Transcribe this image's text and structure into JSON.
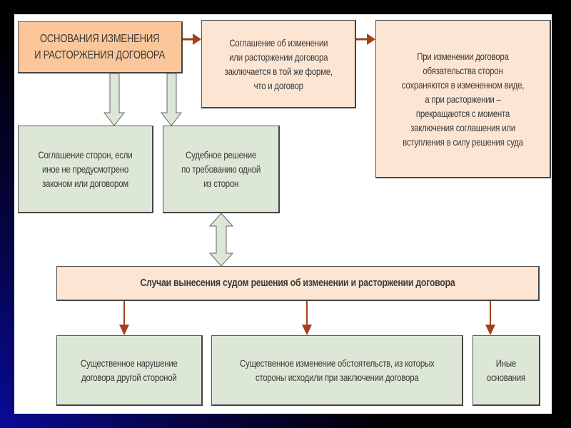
{
  "diagram": {
    "title_box": "ОСНОВАНИЯ ИЗМЕНЕНИЯ\nИ РАСТОРЖЕНИЯ ДОГОВОРА",
    "form_box": "Соглашение об изменении\nили расторжении договора\nзаключается в той же форме,\nчто и договор",
    "consequence_box": "При изменении договора\nобязательства сторон\nсохраняются в измененном виде,\nа при расторжении –\nпрекращаются с момента\nзаключения соглашения или\nвступления в силу решения суда",
    "agreement_box": "Соглашение сторон, если\nиное не предусмотрено\nзаконом или договором",
    "court_box": "Судебное решение\nпо требованию одной\nиз сторон",
    "cases_bar": "Случаи вынесения судом решения об изменении и расторжении договора",
    "grounds": [
      "Существенное нарушение\nдоговора другой стороной",
      "Существенное изменение обстоятельств, из которых\nстороны исходили при заключении договора",
      "Иные\nоснования"
    ]
  },
  "colors": {
    "title_fill": "#fbc79a",
    "peach_fill": "#fde5d3",
    "green_fill": "#dde7d5",
    "arrow_brown": "#a5401a"
  }
}
